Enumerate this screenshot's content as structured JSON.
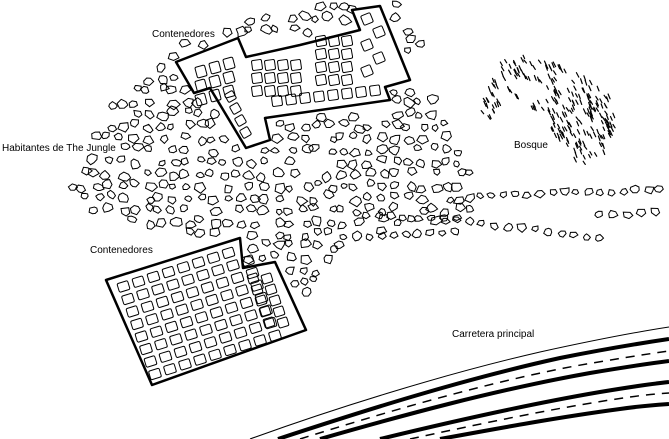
{
  "map": {
    "labels": {
      "containers_top": "Contenedores",
      "residents": "Habitantes de The Jungle",
      "containers_bottom": "Contenedores",
      "forest": "Bosque",
      "main_road": "Carretera principal"
    },
    "colors": {
      "ink": "#000000",
      "paper": "#ffffff"
    },
    "features": [
      "shelter-cluster",
      "container-block-top",
      "container-block-bottom",
      "forest",
      "main-road"
    ]
  }
}
